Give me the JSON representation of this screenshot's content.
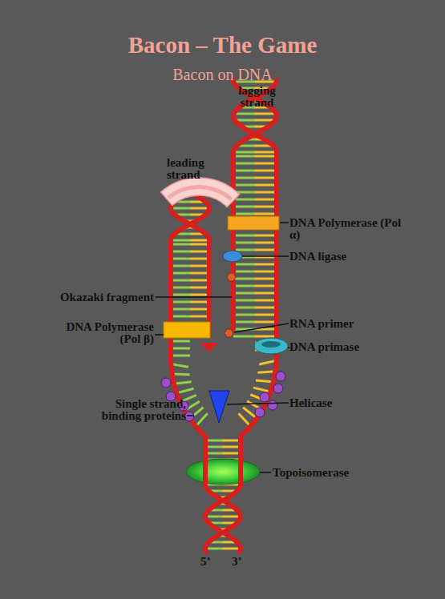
{
  "diagram": {
    "title": "Bacon – The Game",
    "labels": [
      "Bacon on DNA",
      "lagging strand",
      "leading strand",
      "DNA Polymerase (Pol α)",
      "DNA ligase",
      "Okazaki fragment",
      "DNA Polymerase (Pol β)",
      "RNA primer",
      "DNA primase",
      "Single strand, binding proteins",
      "Helicase",
      "Topoisomerase",
      "5’",
      "3’"
    ]
  }
}
